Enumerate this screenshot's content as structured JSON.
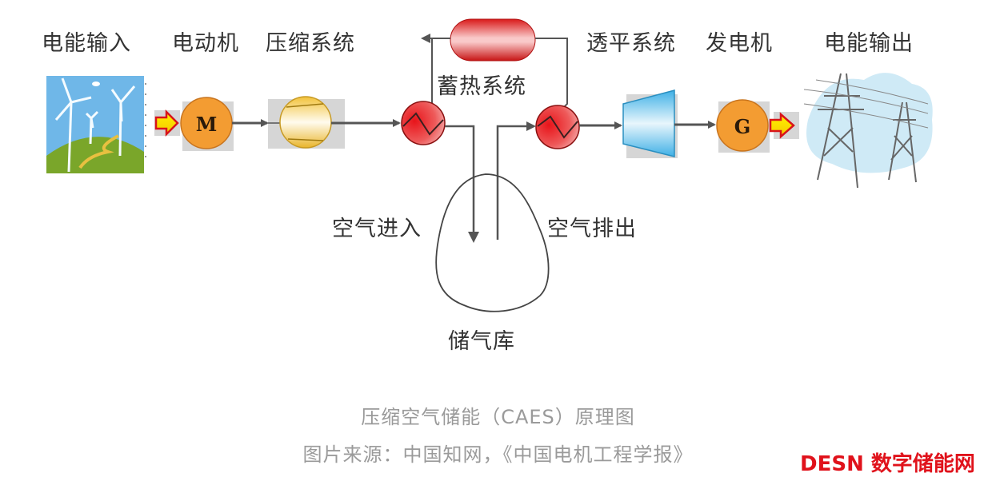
{
  "labels": {
    "power_input": "电能输入",
    "motor": "电动机",
    "compression": "压缩系统",
    "heat_storage": "蓄热系统",
    "turbine": "透平系统",
    "generator": "发电机",
    "power_output": "电能输出",
    "air_in": "空气进入",
    "air_out": "空气排出",
    "cavern": "储气库"
  },
  "component_symbols": {
    "motor": "M",
    "generator": "G"
  },
  "caption": {
    "title": "压缩空气储能（CAES）原理图",
    "source": "图片来源：中国知网，《中国电机工程学报》"
  },
  "watermark": "DESN 数字储能网",
  "colors": {
    "brand": "#e0121b",
    "motor_fill": "#f39c32",
    "heat_exchanger": "#e52a2a",
    "turbine": "#4fb8e6",
    "pipe": "#555555"
  }
}
